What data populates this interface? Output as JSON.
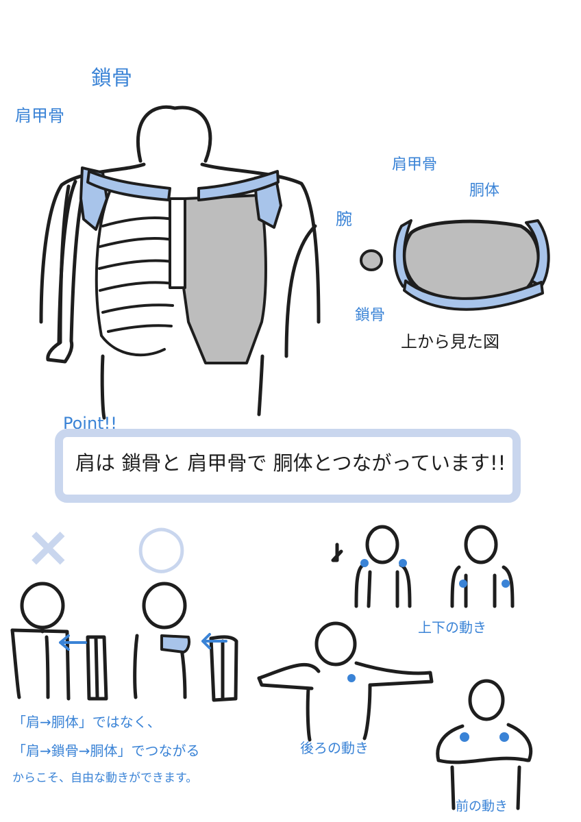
{
  "colors": {
    "ink": "#1e1e1e",
    "accent_blue": "#3a83d6",
    "pale_blue": "#c9d6ee",
    "bone_blue": "#a8c4ea",
    "shadow_gray": "#bdbdbd"
  },
  "top_figure": {
    "label_clavicle": "鎖骨",
    "label_scapula": "肩甲骨"
  },
  "top_view": {
    "label_scapula": "肩甲骨",
    "label_torso": "胴体",
    "label_arm": "腕",
    "label_clavicle": "鎖骨",
    "caption": "上から見た図"
  },
  "point": {
    "heading": "Point!!",
    "text": "肩は 鎖骨と 肩甲骨で 胴体とつながっています!!"
  },
  "comparison": {
    "wrong_mark": "×",
    "right_mark": "○",
    "note_line1": "「肩→胴体」ではなく、",
    "note_line2": "「肩→鎖骨→胴体」でつながる",
    "note_line3": "からこそ、自由な動きができます。"
  },
  "movements": {
    "up_down_caption": "上下の動き",
    "back_caption": "後ろの動き",
    "front_caption": "前の動き"
  }
}
